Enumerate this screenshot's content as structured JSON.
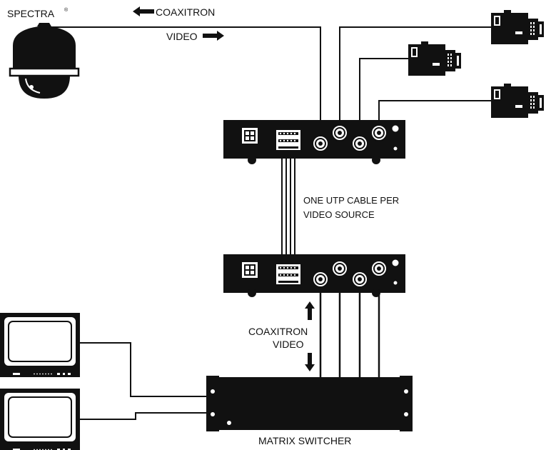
{
  "labels": {
    "spectra": "SPECTRA",
    "spectra_reg": "®",
    "coaxitron_top": "COAXITRON",
    "video_top": "VIDEO",
    "utp_line1": "ONE UTP CABLE PER",
    "utp_line2": "VIDEO SOURCE",
    "coaxitron_mid": "COAXITRON",
    "video_mid": "VIDEO",
    "matrix_switcher": "MATRIX SWITCHER"
  },
  "colors": {
    "ink": "#111111",
    "paper": "#ffffff"
  },
  "icons": {
    "dome_camera": "dome-camera-icon",
    "box_camera": "box-camera-icon",
    "monitor": "monitor-icon",
    "arrow": "arrow-icon"
  }
}
